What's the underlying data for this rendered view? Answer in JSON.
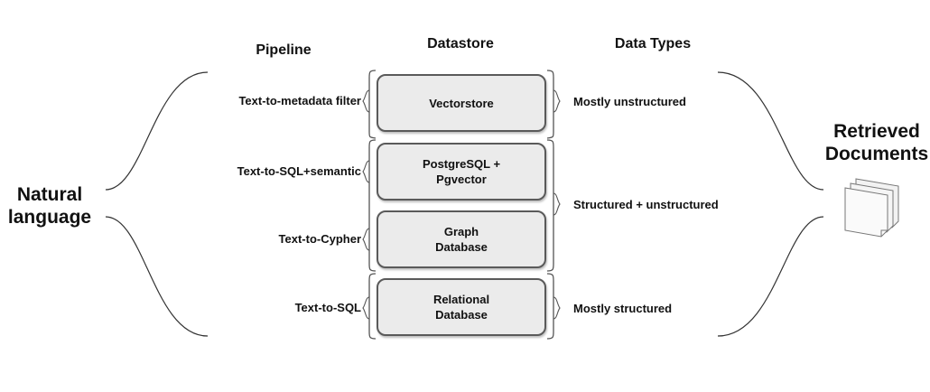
{
  "headers": {
    "pipeline": "Pipeline",
    "datastore": "Datastore",
    "data_types": "Data Types"
  },
  "input": {
    "line1": "Natural",
    "line2": "language"
  },
  "output": {
    "line1": "Retrieved",
    "line2": "Documents",
    "icon": "documents-stack-icon"
  },
  "pipelines": [
    "Text-to-metadata filter",
    "Text-to-SQL+semantic",
    "Text-to-Cypher",
    "Text-to-SQL"
  ],
  "datastores": [
    {
      "line1": "Vectorstore",
      "line2": ""
    },
    {
      "line1": "PostgreSQL +",
      "line2": "Pgvector"
    },
    {
      "line1": "Graph",
      "line2": "Database"
    },
    {
      "line1": "Relational",
      "line2": "Database"
    }
  ],
  "data_types": [
    "Mostly unstructured",
    "Structured + unstructured",
    "Mostly structured"
  ]
}
